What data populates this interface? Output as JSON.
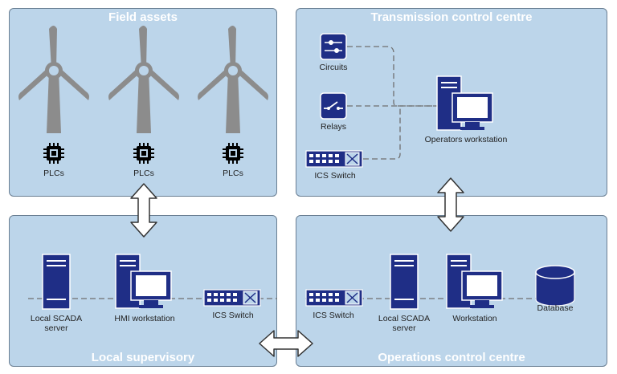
{
  "panels": {
    "field_assets": "Field assets",
    "transmission": "Transmission control centre",
    "local_supervisory": "Local supervisory",
    "operations": "Operations control centre"
  },
  "labels": {
    "plc1": "PLCs",
    "plc2": "PLCs",
    "plc3": "PLCs",
    "circuits": "Circuits",
    "relays": "Relays",
    "ics_switch_tcc": "ICS Switch",
    "operators_workstation": "Operators workstation",
    "local_scada": "Local SCADA server",
    "hmi_workstation": "HMI workstation",
    "ics_switch_local": "ICS Switch",
    "ics_switch_ops": "ICS Switch",
    "local_scada_ops": "Local SCADA server",
    "workstation": "Workstation",
    "database": "Database"
  },
  "colors": {
    "panel_fill": "#bcd5ea",
    "panel_border": "#6a7f93",
    "icon_navy": "#1f2e86",
    "turbine_gray": "#8c8c8c",
    "dash": "#6f6f6f"
  }
}
